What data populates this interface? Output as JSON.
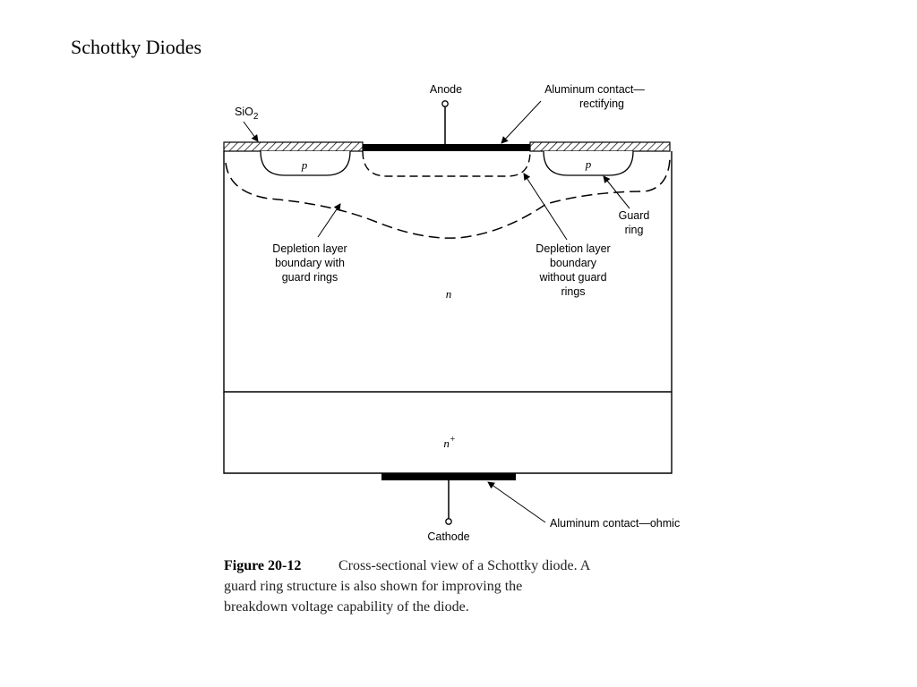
{
  "slide": {
    "title": "Schottky Diodes"
  },
  "diagram": {
    "labels": {
      "anode": "Anode",
      "al_contact_rect_1": "Aluminum contact—",
      "al_contact_rect_2": "rectifying",
      "sio2_prefix": "SiO",
      "sio2_sub": "2",
      "p_left": "p",
      "p_right": "p",
      "guard_ring_1": "Guard",
      "guard_ring_2": "ring",
      "depl_with_1": "Depletion layer",
      "depl_with_2": "boundary with",
      "depl_with_3": "guard rings",
      "depl_without_1": "Depletion layer",
      "depl_without_2": "boundary",
      "depl_without_3": "without guard",
      "depl_without_4": "rings",
      "n_region": "n",
      "n_plus_base": "n",
      "n_plus_sup": "+",
      "al_contact_ohmic": "Aluminum contact—ohmic",
      "cathode": "Cathode"
    },
    "caption": {
      "number": "Figure 20-12",
      "line1": "Cross-sectional view of a Schottky diode. A",
      "line2": "guard ring structure is also shown for improving the",
      "line3": "breakdown voltage capability of the diode."
    }
  }
}
